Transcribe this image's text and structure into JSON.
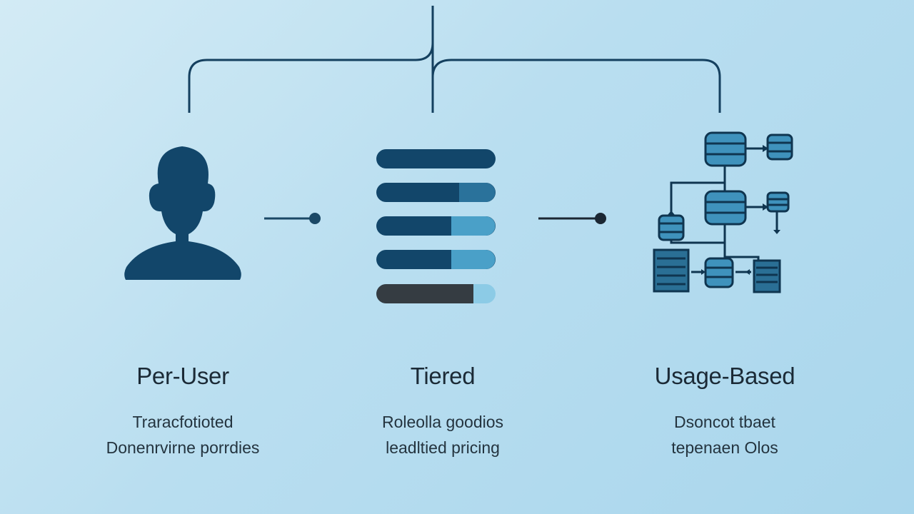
{
  "columns": [
    {
      "title": "Per-User",
      "icon": "user-icon",
      "lines": [
        "Traracfotioted",
        "Donenrvirne porrdies"
      ]
    },
    {
      "title": "Tiered",
      "icon": "tier-bars-icon",
      "lines": [
        "Roleolla goodios",
        "leadltied pricing"
      ]
    },
    {
      "title": "Usage-Based",
      "icon": "database-network-icon",
      "lines": [
        "Dsoncot tbaet",
        "tepenaen Olos"
      ]
    }
  ],
  "colors": {
    "dark_blue": "#12466a",
    "light_blue": "#3f92bc",
    "dark_gray": "#353c42",
    "pale_blue": "#8ccbe6",
    "line": "#14405f"
  }
}
